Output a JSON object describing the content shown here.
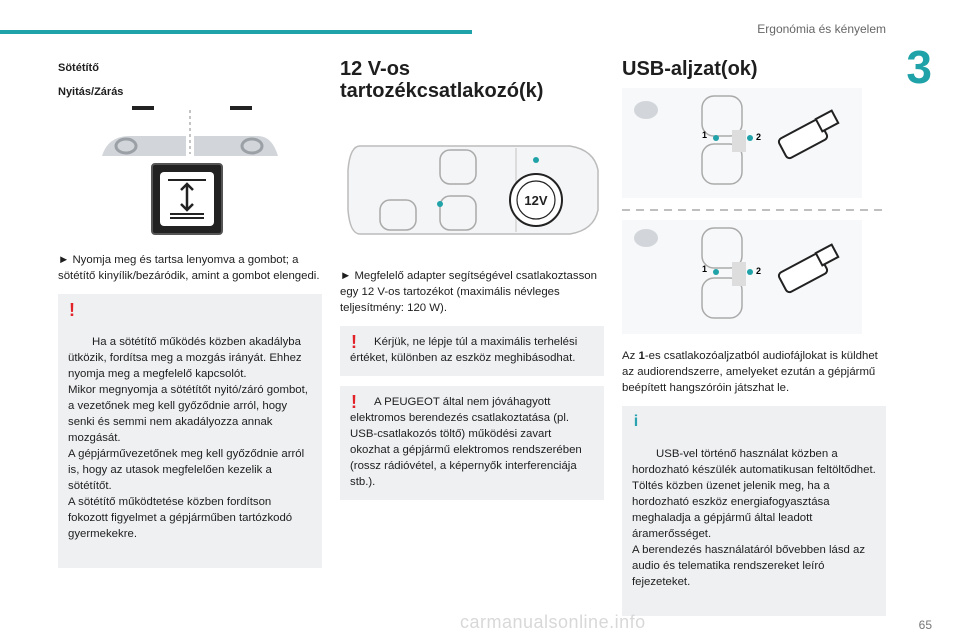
{
  "header": {
    "section_title": "Ergonómia és kényelem",
    "chapter_number": "3"
  },
  "sunblind": {
    "heading": "Sötétítő",
    "subheading": "Nyitás/Zárás",
    "instruction": "► Nyomja meg és tartsa lenyomva a gombot; a sötétítő kinyílik/bezáródik, amint a gombot elengedi.",
    "warning": "Ha a sötétítő működés közben akadályba ütközik, fordítsa meg a mozgás irányát. Ehhez nyomja meg a megfelelő kapcsolót.\nMikor megnyomja a sötétítőt nyitó/záró gombot, a vezetőnek meg kell győződnie arról, hogy senki és semmi nem akadályozza annak mozgását.\nA gépjárművezetőnek meg kell győződnie arról is, hogy az utasok megfelelően kezelik a sötétítőt.\nA sötétítő működtetése közben fordítson fokozott figyelmet a gépjárműben tartózkodó gyermekekre."
  },
  "socket12v": {
    "heading": "12 V-os tartozékcsatlakozó(k)",
    "socket_label": "12V",
    "instruction": "► Megfelelő adapter segítségével csatlakoztasson egy 12 V-os tartozékot (maximális névleges teljesítmény: 120 W).",
    "warning1": "Kérjük, ne lépje túl a maximális terhelési értéket, különben az eszköz meghibásodhat.",
    "warning2": "A PEUGEOT által nem jóváhagyott elektromos berendezés csatlakoztatása (pl. USB-csatlakozós töltő) működési zavart okozhat a gépjármű elektromos rendszerében (rossz rádióvétel, a képernyők interferenciája stb.)."
  },
  "usb": {
    "heading": "USB-aljzat(ok)",
    "callout_1": "1",
    "callout_2": "2",
    "body_prefix": "Az ",
    "body_bold": "1",
    "body_rest": "-es csatlakozóaljzatból audiofájlokat is küldhet az audiorendszerre, amelyeket ezután a gépjármű beépített hangszóróin játszhat le.",
    "info": "USB-vel történő használat közben a hordozható készülék automatikusan feltöltődhet.\nTöltés közben üzenet jelenik meg, ha a hordozható eszköz energiafogyasztása meghaladja a gépjármű által leadott áramerősséget.\nA berendezés használatáról bővebben lásd az audio és telematika rendszereket leíró fejezeteket."
  },
  "footer": {
    "page_number": "65"
  },
  "watermark": "carmanualsonline.info",
  "colors": {
    "accent": "#1fa2a8",
    "warning": "#e2242a",
    "note_bg": "#eef0f2"
  }
}
